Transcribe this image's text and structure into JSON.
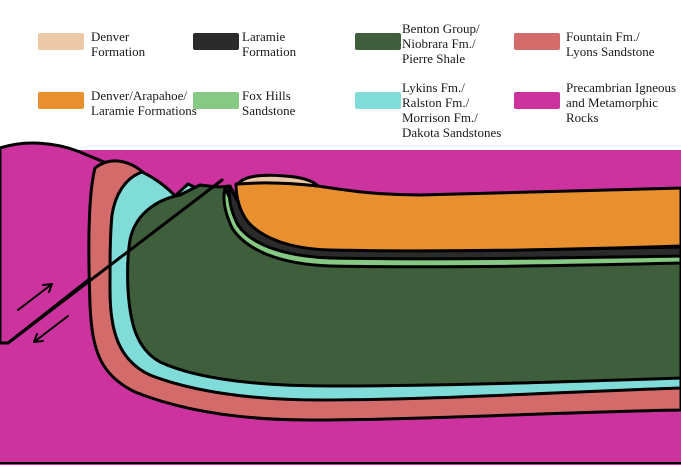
{
  "legend": {
    "denver_formation": {
      "lines": [
        "Denver",
        "Formation"
      ],
      "color": "#ecc9a6"
    },
    "laramie_formation": {
      "lines": [
        "Laramie",
        "Formation"
      ],
      "color": "#2b2b2b"
    },
    "benton_group": {
      "lines": [
        "Benton Group/",
        "Niobrara Fm./",
        "Pierre Shale"
      ],
      "color": "#3f5f3c"
    },
    "fountain_lyons": {
      "lines": [
        "Fountain Fm./",
        "Lyons Sandstone"
      ],
      "color": "#d46b6b"
    },
    "denver_arapahoe_laramie": {
      "lines": [
        "Denver/Arapahoe/",
        "Laramie Formations"
      ],
      "color": "#e8902f"
    },
    "fox_hills": {
      "lines": [
        "Fox Hills",
        "Sandstone"
      ],
      "color": "#86c983"
    },
    "lykins_ralston": {
      "lines": [
        "Lykins Fm./",
        "Ralston Fm./",
        "Morrison Fm./",
        "Dakota Sandstones"
      ],
      "color": "#80dcd9"
    },
    "precambrian": {
      "lines": [
        "Precambrian Igneous",
        "and Metamorphic",
        "Rocks"
      ],
      "color": "#cc339f"
    }
  },
  "colors": {
    "outline": "#000000",
    "background": "#ffffff"
  }
}
